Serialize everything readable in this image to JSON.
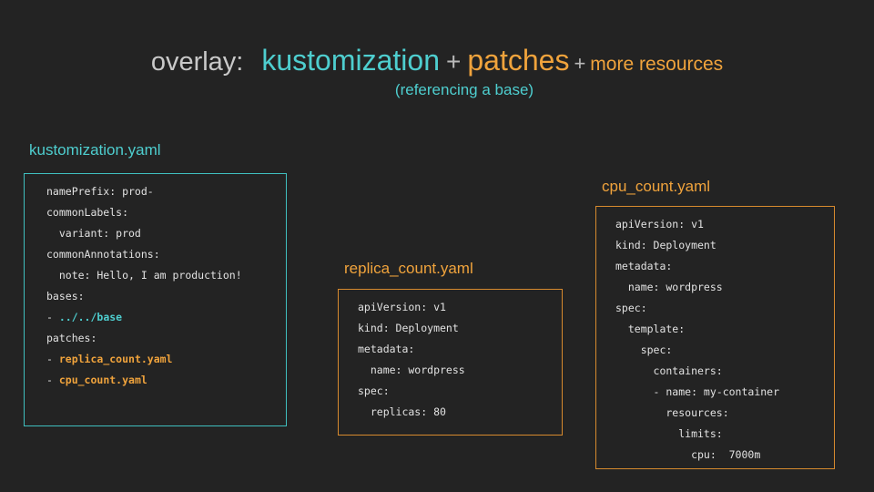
{
  "slide": {
    "background_color": "#232323",
    "heading": {
      "overlay_label": "overlay:",
      "kustomization_word": "kustomization",
      "plus_1": "+",
      "patches_word": "patches",
      "plus_2": "+",
      "more_resources_word": "more resources",
      "subheading": "(referencing a base)",
      "colors": {
        "overlay": "#c9c9c9",
        "kustomization": "#4ececf",
        "plus": "#b9b9b9",
        "patches": "#f0a33c",
        "more_resources": "#f0a33c",
        "subheading": "#4ececf"
      }
    },
    "panels": [
      {
        "id": "kustomization",
        "label": "kustomization.yaml",
        "accent_color": "#3fbfbf",
        "label_color": "#4ececf",
        "lines": [
          [
            {
              "t": "namePrefix: prod-",
              "c": "plain"
            }
          ],
          [
            {
              "t": "commonLabels:",
              "c": "plain"
            }
          ],
          [
            {
              "t": "  variant: prod",
              "c": "plain"
            }
          ],
          [
            {
              "t": "commonAnnotations:",
              "c": "plain"
            }
          ],
          [
            {
              "t": "  note: Hello, I am production!",
              "c": "plain"
            }
          ],
          [
            {
              "t": "bases:",
              "c": "plain"
            }
          ],
          [
            {
              "t": "- ",
              "c": "dash"
            },
            {
              "t": "../../base",
              "c": "teal"
            }
          ],
          [
            {
              "t": "patches:",
              "c": "plain"
            }
          ],
          [
            {
              "t": "- ",
              "c": "dash"
            },
            {
              "t": "replica_count.yaml",
              "c": "orange"
            }
          ],
          [
            {
              "t": "- ",
              "c": "dash"
            },
            {
              "t": "cpu_count.yaml",
              "c": "orange"
            }
          ]
        ]
      },
      {
        "id": "replica",
        "label": "replica_count.yaml",
        "accent_color": "#d78a2e",
        "label_color": "#f0a33c",
        "lines": [
          [
            {
              "t": "apiVersion: v1",
              "c": "plain"
            }
          ],
          [
            {
              "t": "kind: Deployment",
              "c": "plain"
            }
          ],
          [
            {
              "t": "metadata:",
              "c": "plain"
            }
          ],
          [
            {
              "t": "  name: wordpress",
              "c": "plain"
            }
          ],
          [
            {
              "t": "spec:",
              "c": "plain"
            }
          ],
          [
            {
              "t": "  replicas: 80",
              "c": "plain"
            }
          ]
        ]
      },
      {
        "id": "cpu",
        "label": "cpu_count.yaml",
        "accent_color": "#d78a2e",
        "label_color": "#f0a33c",
        "lines": [
          [
            {
              "t": "apiVersion: v1",
              "c": "plain"
            }
          ],
          [
            {
              "t": "kind: Deployment",
              "c": "plain"
            }
          ],
          [
            {
              "t": "metadata:",
              "c": "plain"
            }
          ],
          [
            {
              "t": "  name: wordpress",
              "c": "plain"
            }
          ],
          [
            {
              "t": "spec:",
              "c": "plain"
            }
          ],
          [
            {
              "t": "  template:",
              "c": "plain"
            }
          ],
          [
            {
              "t": "    spec:",
              "c": "plain"
            }
          ],
          [
            {
              "t": "      containers:",
              "c": "plain"
            }
          ],
          [
            {
              "t": "      - name: my-container",
              "c": "plain"
            }
          ],
          [
            {
              "t": "        resources:",
              "c": "plain"
            }
          ],
          [
            {
              "t": "          limits:",
              "c": "plain"
            }
          ],
          [
            {
              "t": "            cpu:  7000m",
              "c": "plain"
            }
          ]
        ]
      }
    ]
  }
}
